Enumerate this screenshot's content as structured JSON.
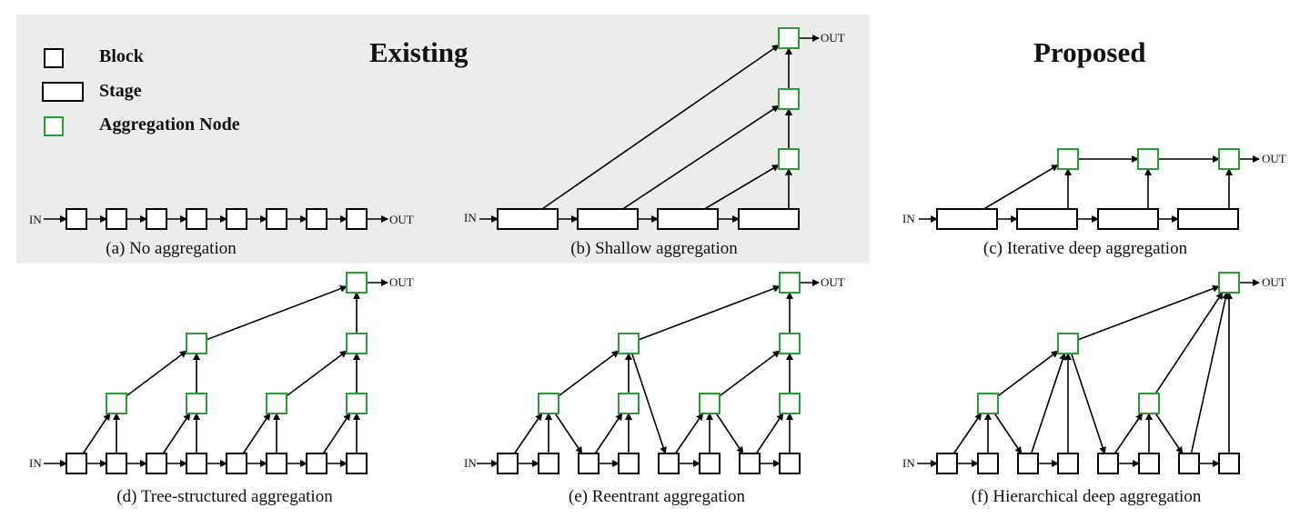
{
  "headings": {
    "existing": "Existing",
    "proposed": "Proposed"
  },
  "legend": {
    "block": "Block",
    "stage": "Stage",
    "aggregation_node": "Aggregation Node"
  },
  "labels": {
    "in": "IN",
    "out": "OUT"
  },
  "colors": {
    "aggregation": "#2a9d3a",
    "panel": "#ececec",
    "stroke": "#000000"
  },
  "panels": {
    "a": {
      "caption": "(a) No aggregation"
    },
    "b": {
      "caption": "(b) Shallow aggregation"
    },
    "c": {
      "caption": "(c) Iterative deep aggregation"
    },
    "d": {
      "caption": "(d) Tree-structured aggregation"
    },
    "e": {
      "caption": "(e) Reentrant aggregation"
    },
    "f": {
      "caption": "(f) Hierarchical deep aggregation"
    }
  }
}
